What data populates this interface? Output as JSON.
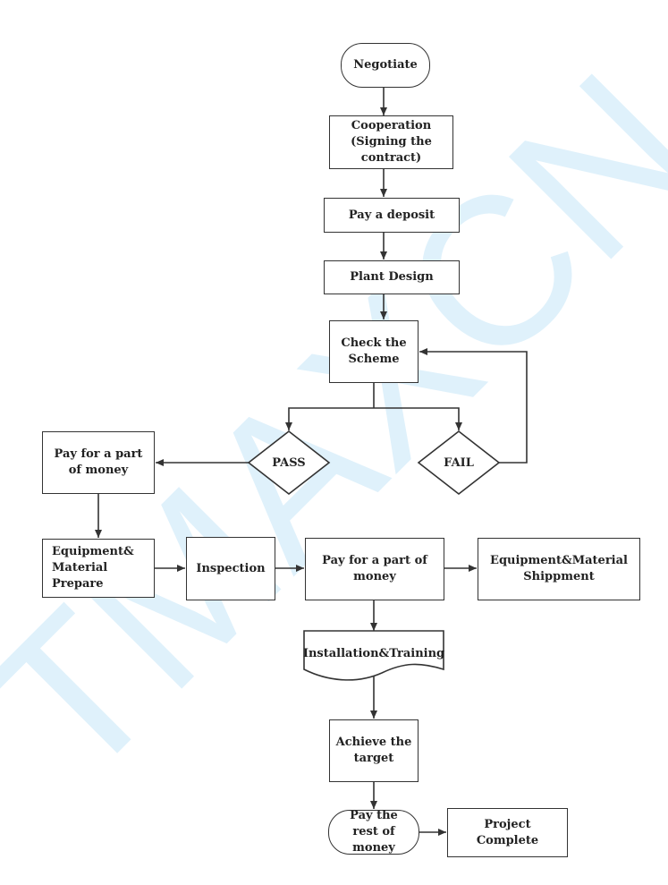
{
  "watermark": {
    "text": "TMAXCN",
    "color": "#dff1fb"
  },
  "colors": {
    "line": "#333333",
    "fill": "#ffffff",
    "text": "#222222"
  },
  "nodes": {
    "negotiate": "Negotiate",
    "cooperation": "Cooperation\n(Signing the\ncontract)",
    "deposit": "Pay a deposit",
    "plant_design": "Plant Design",
    "check_scheme": "Check the\nScheme",
    "pass": "PASS",
    "fail": "FAIL",
    "pay_part_left": "Pay for a part\nof money",
    "prepare": "Equipment&\nMaterial\nPrepare",
    "inspection": "Inspection",
    "pay_part_mid": "Pay for a part of\nmoney",
    "shipment": "Equipment&Material\nShippment",
    "installation": "Installation&Training",
    "achieve": "Achieve the\ntarget",
    "pay_rest": "Pay the\nrest of\nmoney",
    "complete": "Project\nComplete"
  }
}
